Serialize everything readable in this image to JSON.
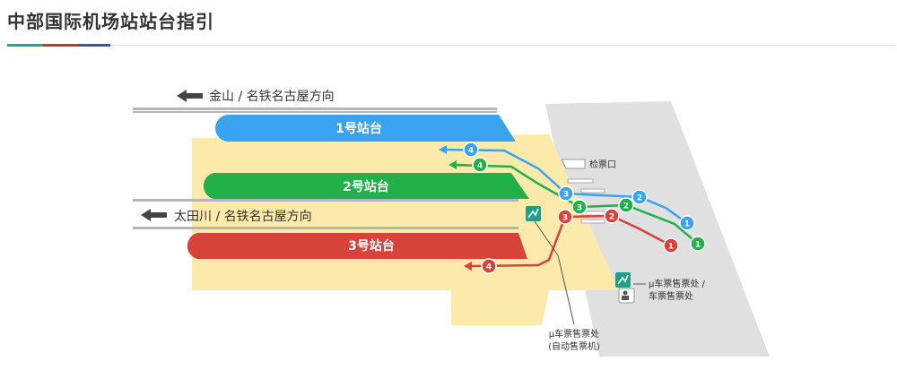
{
  "header": {
    "title": "中部国际机场站站台指引",
    "accent_colors": [
      "#2aa198",
      "#c0392b",
      "#3b5998"
    ]
  },
  "colors": {
    "platform1": "#3aa3f0",
    "platform2": "#22b04a",
    "platform3": "#d7433a",
    "concourse": "#fbeaa9",
    "concourse_grey": "#e0e0e0",
    "track": "#b5b5b5",
    "ticket_icon": "#1f9f8a"
  },
  "directions": {
    "upper": "金山 / 名铁名古屋方向",
    "lower": "太田川 / 名铁名古屋方向"
  },
  "platforms": {
    "p1": "1号站台",
    "p2": "2号站台",
    "p3": "3号站台"
  },
  "facilities": {
    "ticket_gate": "检票口",
    "ticket_office_line1": "μ车票售票处 /",
    "ticket_office_line2": "车票售票处",
    "machine_line1": "μ车票售票处",
    "machine_line2": "(自动售票机)"
  },
  "route_markers": {
    "blue": [
      "1",
      "2",
      "3",
      "4"
    ],
    "green": [
      "1",
      "2",
      "3",
      "4"
    ],
    "red": [
      "1",
      "2",
      "3",
      "4"
    ]
  }
}
